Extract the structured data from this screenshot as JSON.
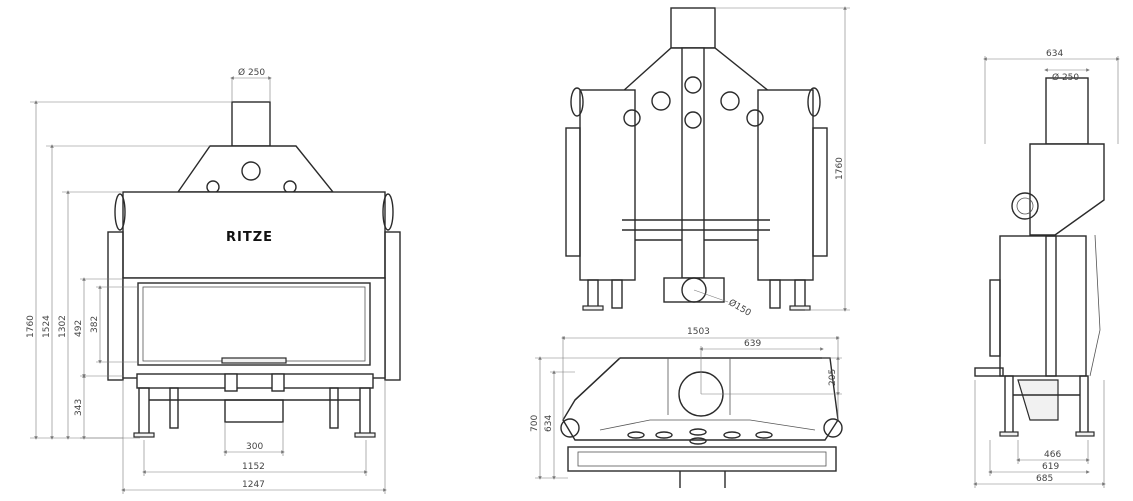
{
  "front": {
    "logo": "RITZE",
    "dia_flue": "Ø 250",
    "h_1760": "1760",
    "h_1524": "1524",
    "h_1302": "1302",
    "h_492": "492",
    "h_382": "382",
    "h_343": "343",
    "w_300": "300",
    "w_1152": "1152",
    "w_1247": "1247"
  },
  "back": {
    "h_1760": "1760",
    "dia_150": "Ø150"
  },
  "top": {
    "w_1503": "1503",
    "w_639": "639",
    "d_205": "205",
    "d_700": "700",
    "d_634": "634"
  },
  "side": {
    "w_634": "634",
    "dia_flue": "Ø 250",
    "w_466": "466",
    "w_619": "619",
    "w_685": "685"
  }
}
